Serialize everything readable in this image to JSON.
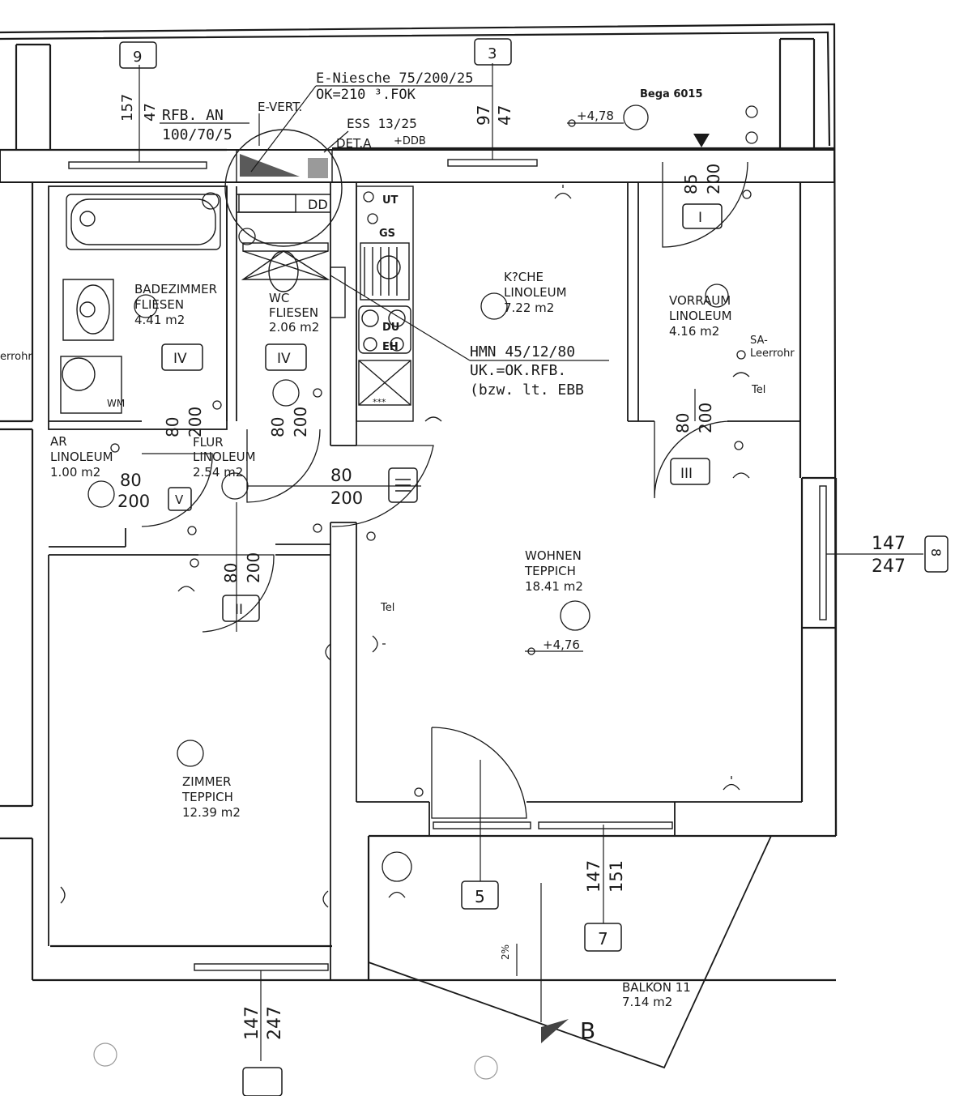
{
  "rooms": {
    "bad": {
      "name": "BADEZIMMER",
      "floor": "FLIESEN",
      "area": "4.41  m2"
    },
    "wc": {
      "name": "WC",
      "floor": "FLIESEN",
      "area": "2.06  m2"
    },
    "kueche": {
      "name": "K?CHE",
      "floor": "LINOLEUM",
      "area": "7.22  m2"
    },
    "vorraum": {
      "name": "VORRAUM",
      "floor": "LINOLEUM",
      "area": "4.16  m2"
    },
    "ar": {
      "name": "AR",
      "floor": "LINOLEUM",
      "area": "1.00  m2"
    },
    "flur": {
      "name": "FLUR",
      "floor": "LINOLEUM",
      "area": "2.54  m2"
    },
    "wohnen": {
      "name": "WOHNEN",
      "floor": "TEPPICH",
      "area": "18.41  m2"
    },
    "zimmer": {
      "name": "ZIMMER",
      "floor": "TEPPICH",
      "area": "12.39  m2"
    },
    "balkon": {
      "name": "BALKON  11",
      "area": "7.14  m2"
    }
  },
  "notes": {
    "eniesche": "E-Niesche 75/200/25",
    "ok210": "OK=210 ³.FOK",
    "evert": "E-VERT.",
    "rfb_an": "RFB. AN",
    "rfb_dim": "100/70/5",
    "ess": "ESS 13/25",
    "det_a": "DET.A",
    "ddb": "+DDB",
    "dd": "DD",
    "bega": "Bega 6015",
    "level_top": "+4,78",
    "level_living": "+4,76",
    "hmn1": "HMN 45/12/80",
    "hmn2": "UK.=OK.RFB.",
    "hmn3": "(bzw. lt. EBB",
    "sa": "SA-",
    "leerrohr": "Leerrohr",
    "leerrohr_left": "errohr",
    "tel1": "Tel",
    "tel2": "Tel",
    "wm": "WM",
    "ut": "UT",
    "gs": "GS",
    "du": "DU",
    "eh": "EH",
    "stars": "***",
    "slope": "2%",
    "section": "B"
  },
  "windows": {
    "w9": {
      "tag": "9",
      "d1": "157",
      "d2": "47"
    },
    "w3": {
      "tag": "3",
      "d1": "97",
      "d2": "47"
    },
    "w8": {
      "tag": "8",
      "d1": "147",
      "d2": "247"
    },
    "w7": {
      "tag": "7",
      "d1": "147",
      "d2": "151"
    },
    "w5": {
      "tag": "5"
    },
    "wbottom": {
      "d1": "147",
      "d2": "247"
    }
  },
  "doors": {
    "d_top": {
      "w": "85",
      "h": "200",
      "tag": "I"
    },
    "d_bad": {
      "w": "80",
      "h": "200",
      "tag": "IV"
    },
    "d_wc": {
      "w": "80",
      "h": "200",
      "tag": "IV"
    },
    "d_vorraum": {
      "w": "80",
      "h": "200",
      "tag": "III"
    },
    "d_ar": {
      "w": "80",
      "h": "200",
      "tag": "V"
    },
    "d_flur": {
      "w": "80",
      "h": "200"
    },
    "d_zimmer": {
      "w": "80",
      "h": "200",
      "tag": "II"
    }
  }
}
